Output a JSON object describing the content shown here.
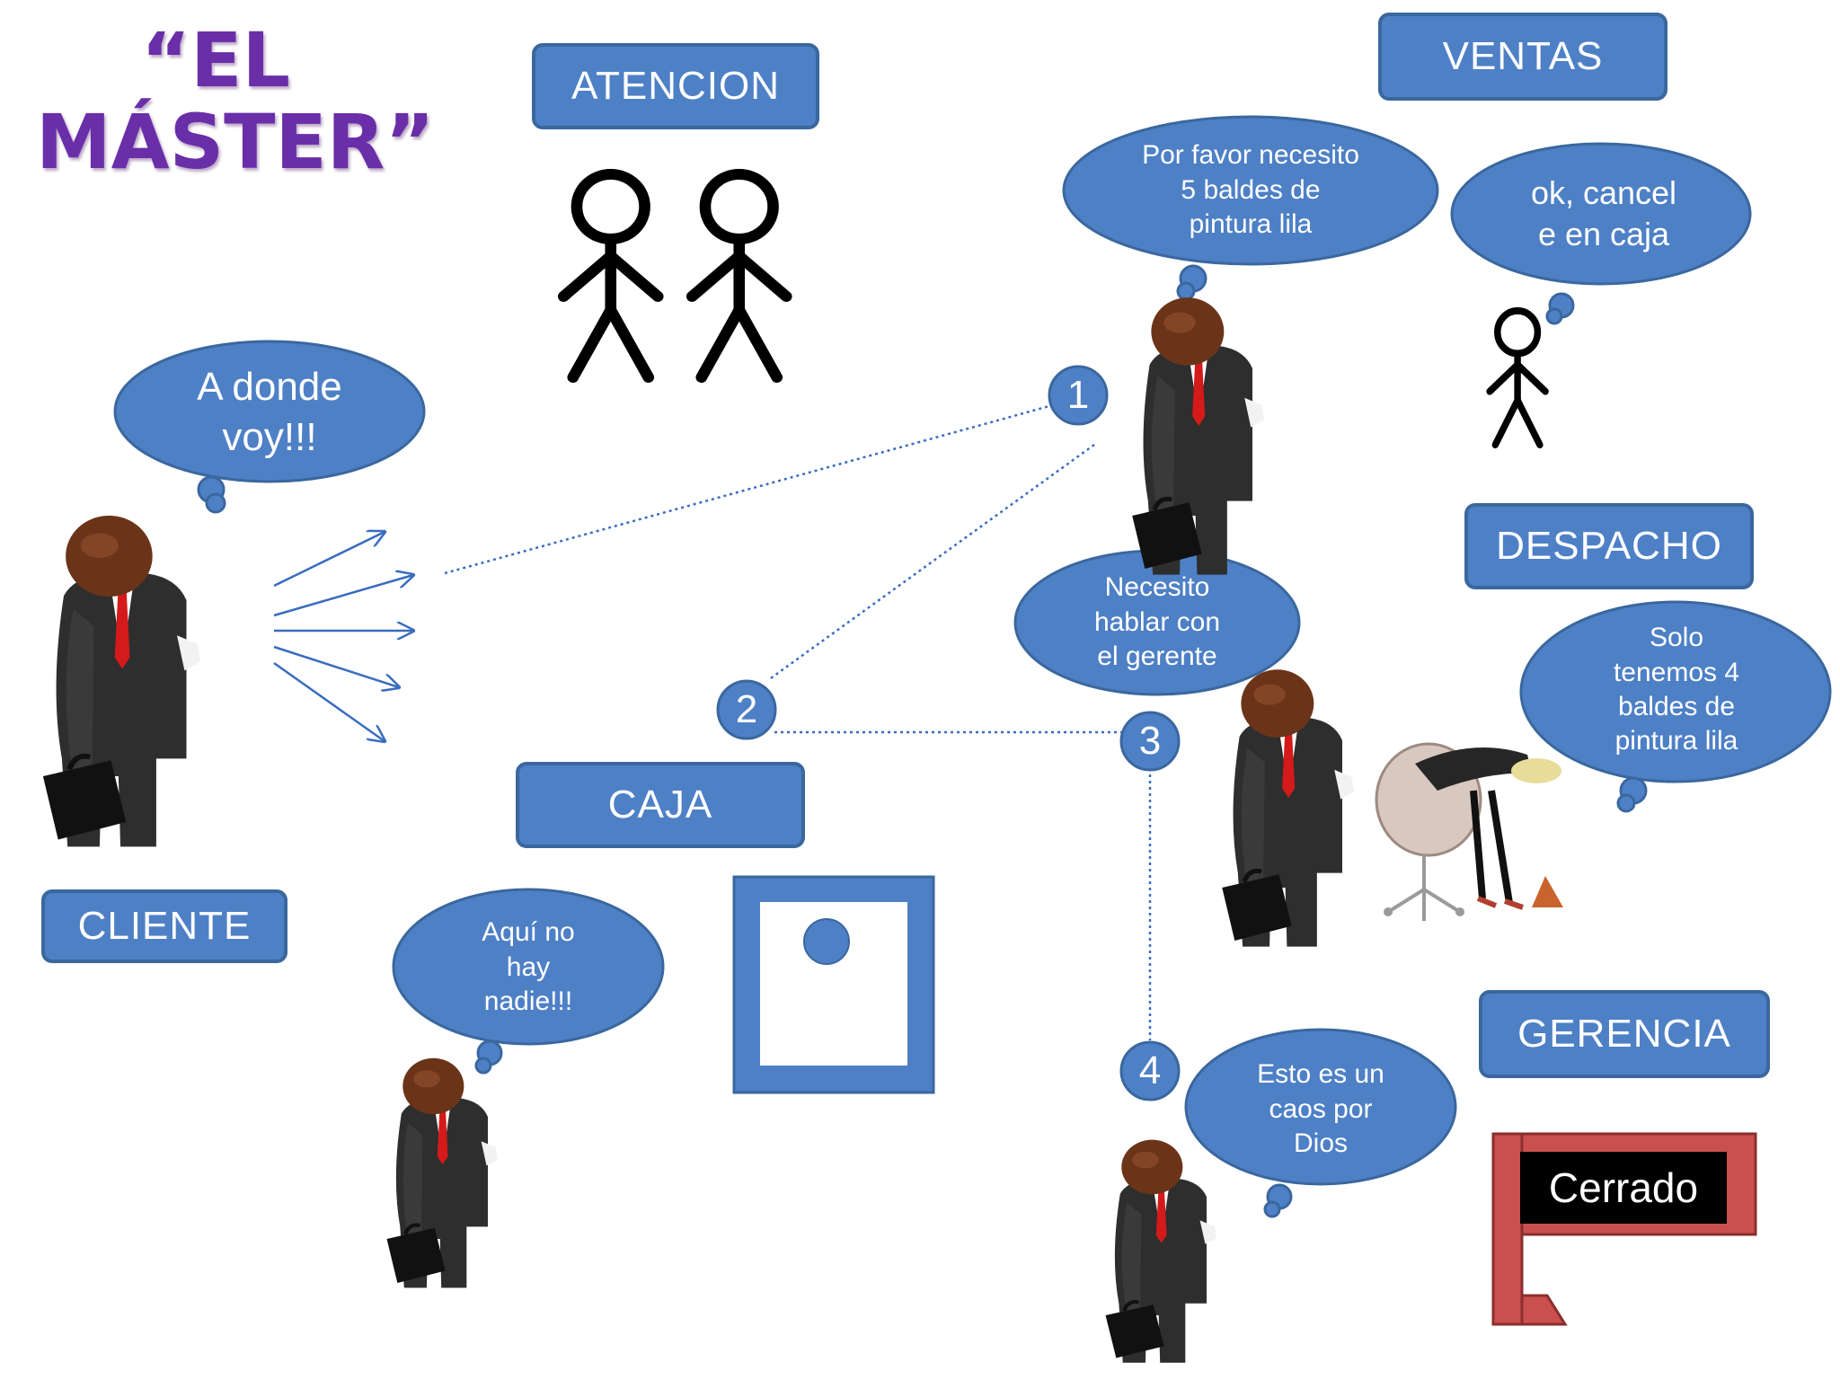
{
  "title": "“EL\nMÁSTER”",
  "labels": {
    "atencion": "ATENCION",
    "ventas": "VENTAS",
    "despacho": "DESPACHO",
    "caja": "CAJA",
    "cliente": "CLIENTE",
    "gerencia": "GERENCIA"
  },
  "bubbles": {
    "cliente": "A donde\nvoy!!!",
    "ventas_cliente": "Por favor necesito\n5 baldes de\npintura lila",
    "ventas_staff": "ok, cancel\ne en caja",
    "despacho_cliente": "Necesito\nhablar con\nel gerente",
    "despacho_staff": "Solo\ntenemos 4\nbaldes de\npintura  lila",
    "caja_cliente": "Aquí no\nhay\nnadie!!!",
    "gerencia_cliente": "Esto es un\ncaos  por\nDios"
  },
  "steps": [
    "1",
    "2",
    "3",
    "4"
  ],
  "closed_sign": "Cerrado",
  "colors": {
    "box_fill": "#4e80c6",
    "box_border": "#3a679e",
    "title": "#6a2ea8",
    "closed_sign_frame": "#c9504e",
    "closed_sign_board": "#000000"
  }
}
